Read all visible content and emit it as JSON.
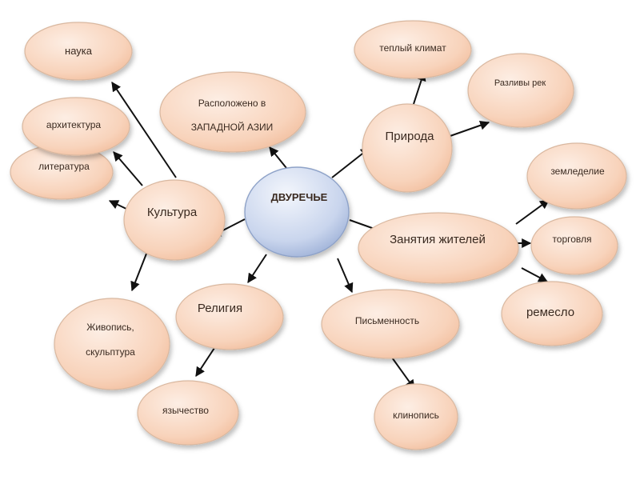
{
  "diagram": {
    "center": "ДВУРЕЧЬЕ",
    "nodes": {
      "science": "наука",
      "architecture": "архитектура",
      "literature": "литература",
      "culture": "Культура",
      "location_line1": "Расположено в",
      "location_line2": "ЗАПАДНОЙ АЗИИ",
      "nature": "Природа",
      "warm_climate": "теплый климат",
      "river_floods": "Разливы рек",
      "occupations": "Занятия жителей",
      "agriculture": "земледелие",
      "trade": "торговля",
      "crafts": "ремесло",
      "painting_line1": "Живопись,",
      "painting_line2": "скульптура",
      "religion": "Религия",
      "paganism": "язычество",
      "writing": "Письменность",
      "cuneiform": "клинопись"
    }
  },
  "colors": {
    "node_light": "#fde9dd",
    "node_dark": "#f4c3a4",
    "center_light": "#eef2fb",
    "center_dark": "#a9b9dc",
    "arrow": "#111111"
  }
}
